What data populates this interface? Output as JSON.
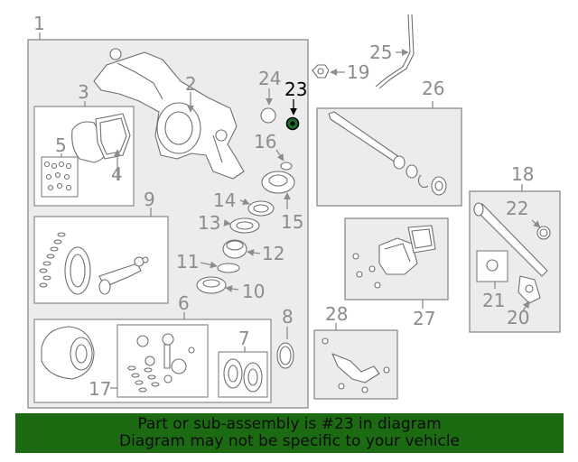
{
  "diagram": {
    "callouts": {
      "c1": "1",
      "c2": "2",
      "c3": "3",
      "c4": "4",
      "c5": "5",
      "c6": "6",
      "c7": "7",
      "c8": "8",
      "c9": "9",
      "c10": "10",
      "c11": "11",
      "c12": "12",
      "c13": "13",
      "c14": "14",
      "c15": "15",
      "c16": "16",
      "c17": "17",
      "c18": "18",
      "c19": "19",
      "c20": "20",
      "c21": "21",
      "c22": "22",
      "c23": "23",
      "c24": "24",
      "c25": "25",
      "c26": "26",
      "c27": "27",
      "c28": "28"
    },
    "highlighted_part": "23",
    "colors": {
      "highlight": "#000000",
      "line": "#8c8c8c",
      "banner": "#1c6b12",
      "highlight_fill": "#1a6e2a"
    }
  },
  "banner": {
    "line1": "Part or sub-assembly is #23 in diagram",
    "line2": "Diagram may not be specific to your vehicle"
  }
}
